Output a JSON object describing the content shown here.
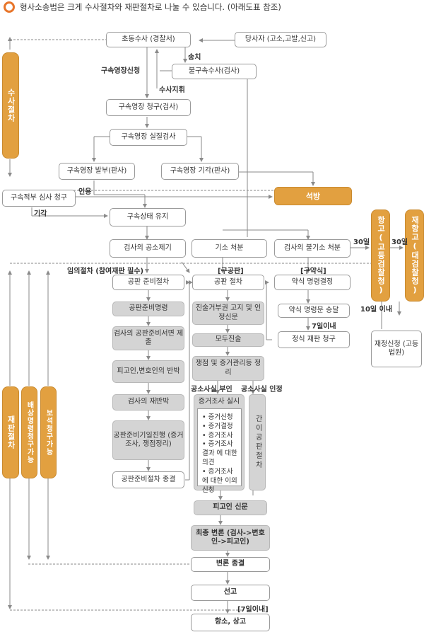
{
  "title": "형사소송법은 크게 수사절차와 재판절차로 나눌 수 있습니다. (아래도표 참조)",
  "side": {
    "investigation": "수사절차",
    "trial": "재판절차",
    "compensation": "배상명령청구가능",
    "bail": "보석청구가능",
    "appeal_high": "항고(고등검찰청)",
    "reappeal": "재항고(대검찰청)"
  },
  "boxes": {
    "initial_investigation": "초동수사 (경찰서)",
    "party": "당사자 (고소,고발,신고)",
    "non_detention": "불구속수사(검사)",
    "warrant_request": "구속영장 청구(검사)",
    "warrant_review": "구속영장 실질검사",
    "warrant_issue": "구속영장 발부(판사)",
    "warrant_reject": "구속영장 기각(판사)",
    "release": "석방",
    "review_request": "구속적부 심사 청구",
    "detention_maintain": "구속상태 유지",
    "prosecution": "검사의 공소제기",
    "indictment": "기소 처분",
    "non_prosecution": "검사의 불기소 처분",
    "reconsideration": "재정신청 (고등법원)",
    "pretrial": "공판 준비절차",
    "trial": "공판 절차",
    "summary_decision": "약식 명령결정",
    "summary_delivery": "약식 명령문 송달",
    "formal_trial": "정식 재판 청구",
    "pretrial_order": "공판준비명령",
    "prosecutor_doc": "검사의 공판준비서면 제출",
    "defense_rebut": "피고인,변호인의 반박",
    "prosecutor_rebut": "검사의 재반박",
    "pretrial_date": "공판준비기일진행 (증거조사, 쟁점정리)",
    "pretrial_end": "공판준비절차 종결",
    "refuse_statement": "진술거부권 고지 및 인정신문",
    "opening": "모두진술",
    "issue_arrange": "쟁점 및 증거관리등 정리",
    "evidence": "증거조사 실시",
    "simple_trial": "간이공판절차",
    "defendant_question": "피고인 신문",
    "final_argument": "최종 변론 (검사->변호인->피고인)",
    "argument_end": "변론 종결",
    "sentence": "선고",
    "appeal": "항소, 상고"
  },
  "evidence_items": [
    "증거신청",
    "증거결정",
    "증거조사",
    "증거조사 결과 에 대한 의견",
    "증거조사에 대한 이의신청"
  ],
  "labels": {
    "transfer": "송치",
    "warrant_apply": "구속영장신청",
    "command": "수사지휘",
    "cite": "인용",
    "dismiss": "기각",
    "d30a": "30일",
    "d30b": "30일",
    "d10": "10일 이내",
    "pretrial_note": "임의절차 (참여재판 필수)",
    "oral": "[구공판]",
    "summary": "[구약식]",
    "d7a": "7일이내",
    "deny": "공소사실 부인",
    "admit": "공소사실 인정",
    "d7b": "[7일이내]"
  },
  "colors": {
    "orange": "#e2a040",
    "gray_box": "#d4d4d4",
    "line": "#8a8a8a"
  }
}
